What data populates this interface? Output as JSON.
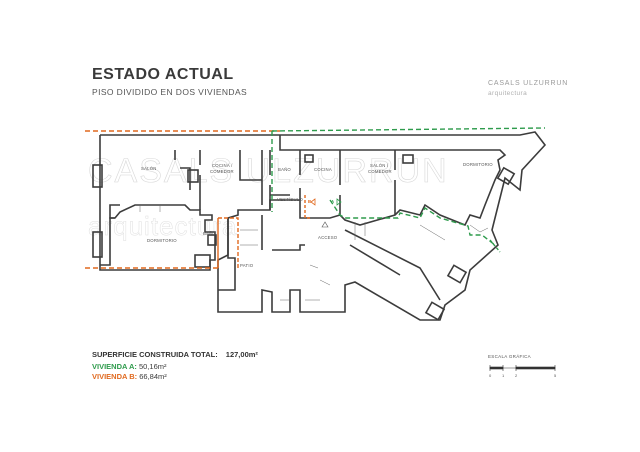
{
  "header": {
    "title": "ESTADO ACTUAL",
    "subtitle": "PISO DIVIDIDO EN DOS VIVIENDAS",
    "brand": "CASALS ULZURRUN",
    "brand_sub": "arquitectura"
  },
  "watermark": {
    "line1": "CASALS ULZURRUN",
    "line2": "arquitectura"
  },
  "rooms": {
    "salon_a": "SALÓN",
    "cocina_comedor_a_1": "COCINA /",
    "cocina_comedor_a_2": "COMEDOR",
    "bano_a": "BAÑO",
    "dormitorio_a": "DORMITORIO",
    "bano_b": "BAÑO",
    "cocina_b": "COCINA",
    "salon_comedor_b_1": "SALÓN /",
    "salon_comedor_b_2": "COMEDOR",
    "dormitorio_b": "DORMITORIO",
    "vestibulo": "VESTÍBULO",
    "acceso": "ACCESO",
    "patio": "PATIO",
    "door_a": "A",
    "door_b": "B"
  },
  "summary": {
    "superficie_label": "SUPERFICIE CONSTRUIDA TOTAL:",
    "superficie_value": "127,00m²",
    "vivienda_a_label": "VIVIENDA A:",
    "vivienda_a_value": "50,16m²",
    "vivienda_b_label": "VIVIENDA B:",
    "vivienda_b_value": "66,84m²"
  },
  "scale": {
    "label": "ESCALA GRÁFICA",
    "ticks": [
      "0",
      "1",
      "2",
      "5"
    ]
  },
  "colors": {
    "vivienda_a": "#2e9b4c",
    "vivienda_b": "#e0691f",
    "wall": "#3c3c3c"
  }
}
